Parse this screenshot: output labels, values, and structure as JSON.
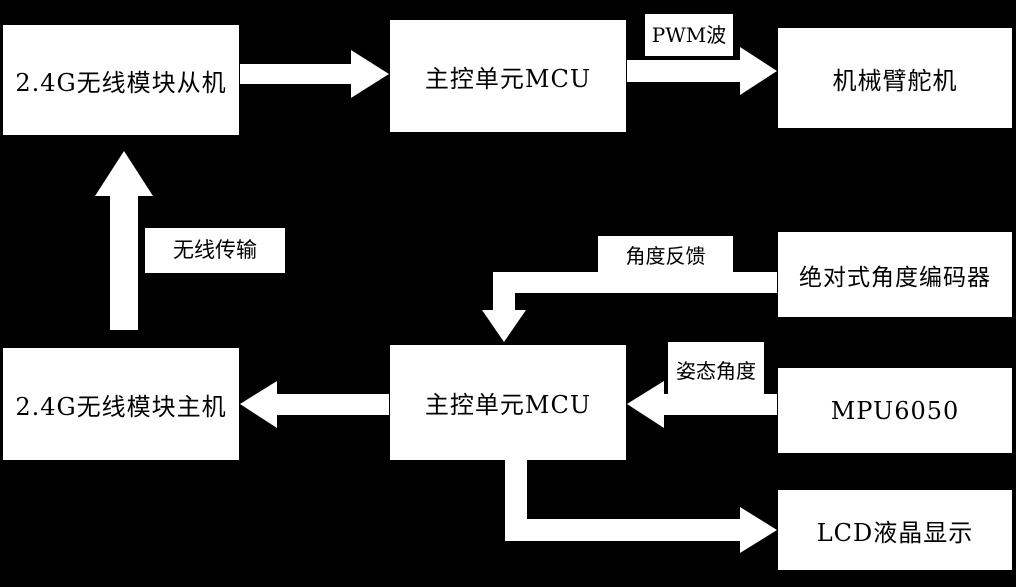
{
  "diagram": {
    "background_color": "#000000",
    "node_fill_color": "#ffffff",
    "node_text_color": "#000000",
    "nodes": {
      "slave_module": {
        "label": "2.4G无线模块从机"
      },
      "mcu_top": {
        "label": "主控单元MCU"
      },
      "servo": {
        "label": "机械臂舵机"
      },
      "encoder": {
        "label": "绝对式角度编码器"
      },
      "mcu_bottom": {
        "label": "主控单元MCU"
      },
      "master_module": {
        "label": "2.4G无线模块主机"
      },
      "mpu6050": {
        "label": "MPU6050"
      },
      "lcd": {
        "label": "LCD液晶显示"
      }
    },
    "edge_labels": {
      "pwm": {
        "label": "PWM波"
      },
      "wireless": {
        "label": "无线传输"
      },
      "angle_feedback": {
        "label": "角度反馈"
      },
      "attitude": {
        "label": "姿态角度"
      }
    },
    "edges": [
      {
        "from": "slave_module",
        "to": "mcu_top",
        "direction": "right",
        "label": ""
      },
      {
        "from": "mcu_top",
        "to": "servo",
        "direction": "right",
        "label": "PWM波"
      },
      {
        "from": "master_module",
        "to": "slave_module",
        "direction": "up",
        "label": "无线传输"
      },
      {
        "from": "encoder",
        "to": "mcu_bottom",
        "direction": "left-then-down",
        "label": "角度反馈"
      },
      {
        "from": "mcu_bottom",
        "to": "master_module",
        "direction": "left",
        "label": ""
      },
      {
        "from": "mpu6050",
        "to": "mcu_bottom",
        "direction": "left",
        "label": "姿态角度"
      },
      {
        "from": "mcu_bottom",
        "to": "lcd",
        "direction": "down-then-right",
        "label": ""
      }
    ]
  }
}
